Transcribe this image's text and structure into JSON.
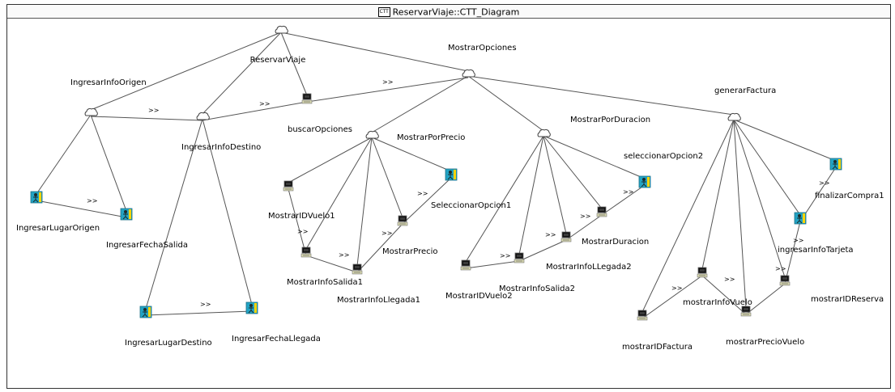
{
  "window": {
    "title": "ReservarViaje::CTT_Diagram",
    "title_icon": "CTT"
  },
  "operator_label": ">>",
  "colors": {
    "line": "#555555",
    "text": "#000000",
    "user_icon": "#22a3c4",
    "user_icon_accent": "#ffd400",
    "app_icon": "#111111"
  },
  "tasks": [
    {
      "id": "root",
      "label": "ReservarViaje",
      "kind": "abstract"
    },
    {
      "id": "ingOrigen",
      "label": "IngresarInfoOrigen",
      "kind": "abstract"
    },
    {
      "id": "ingDestino",
      "label": "IngresarInfoDestino",
      "kind": "abstract"
    },
    {
      "id": "buscar",
      "label": "buscarOpciones",
      "kind": "application"
    },
    {
      "id": "mostrarOps",
      "label": "MostrarOpciones",
      "kind": "abstract"
    },
    {
      "id": "genFactura",
      "label": "generarFactura",
      "kind": "abstract"
    },
    {
      "id": "lugarOrigen",
      "label": "IngresarLugarOrigen",
      "kind": "user"
    },
    {
      "id": "fechaSalida",
      "label": "IngresarFechaSalida",
      "kind": "user"
    },
    {
      "id": "lugarDestino",
      "label": "IngresarLugarDestino",
      "kind": "user"
    },
    {
      "id": "fechaLlegada",
      "label": "IngresarFechaLlegada",
      "kind": "user"
    },
    {
      "id": "porPrecio",
      "label": "MostrarPorPrecio",
      "kind": "abstract"
    },
    {
      "id": "idVuelo1",
      "label": "MostrarIDVuelo1",
      "kind": "application"
    },
    {
      "id": "infoSalida1",
      "label": "MostrarInfoSalida1",
      "kind": "application"
    },
    {
      "id": "infoLlegada1",
      "label": "MostrarInfoLlegada1",
      "kind": "application"
    },
    {
      "id": "mPrecio",
      "label": "MostrarPrecio",
      "kind": "application"
    },
    {
      "id": "selOp1",
      "label": "SeleccionarOpcion1",
      "kind": "user"
    },
    {
      "id": "porDuracion",
      "label": "MostrarPorDuracion",
      "kind": "abstract"
    },
    {
      "id": "idVuelo2",
      "label": "MostrarIDVuelo2",
      "kind": "application"
    },
    {
      "id": "infoSalida2",
      "label": "MostrarInfoSalida2",
      "kind": "application"
    },
    {
      "id": "infoLlegada2",
      "label": "MostrarInfoLLegada2",
      "kind": "application"
    },
    {
      "id": "mDuracion",
      "label": "MostrarDuracion",
      "kind": "application"
    },
    {
      "id": "selOp2",
      "label": "seleccionarOpcion2",
      "kind": "user"
    },
    {
      "id": "idFactura",
      "label": "mostrarIDFactura",
      "kind": "application"
    },
    {
      "id": "infoVuelo",
      "label": "mostrarInfoVuelo",
      "kind": "application"
    },
    {
      "id": "precioVuelo",
      "label": "mostrarPrecioVuelo",
      "kind": "application"
    },
    {
      "id": "idReserva",
      "label": "mostrarIDReserva",
      "kind": "application"
    },
    {
      "id": "infoTarjeta",
      "label": "ingresarInfoTarjeta",
      "kind": "user"
    },
    {
      "id": "finCompra",
      "label": "finalizarCompra1",
      "kind": "user"
    }
  ],
  "hierarchy": [
    [
      "root",
      "ingOrigen"
    ],
    [
      "root",
      "ingDestino"
    ],
    [
      "root",
      "buscar"
    ],
    [
      "root",
      "mostrarOps"
    ],
    [
      "ingOrigen",
      "lugarOrigen"
    ],
    [
      "ingOrigen",
      "fechaSalida"
    ],
    [
      "ingDestino",
      "lugarDestino"
    ],
    [
      "ingDestino",
      "fechaLlegada"
    ],
    [
      "mostrarOps",
      "porPrecio"
    ],
    [
      "mostrarOps",
      "porDuracion"
    ],
    [
      "mostrarOps",
      "genFactura"
    ],
    [
      "porPrecio",
      "idVuelo1"
    ],
    [
      "porPrecio",
      "infoSalida1"
    ],
    [
      "porPrecio",
      "infoLlegada1"
    ],
    [
      "porPrecio",
      "mPrecio"
    ],
    [
      "porPrecio",
      "selOp1"
    ],
    [
      "porDuracion",
      "idVuelo2"
    ],
    [
      "porDuracion",
      "infoSalida2"
    ],
    [
      "porDuracion",
      "infoLlegada2"
    ],
    [
      "porDuracion",
      "mDuracion"
    ],
    [
      "porDuracion",
      "selOp2"
    ],
    [
      "genFactura",
      "idFactura"
    ],
    [
      "genFactura",
      "infoVuelo"
    ],
    [
      "genFactura",
      "precioVuelo"
    ],
    [
      "genFactura",
      "idReserva"
    ],
    [
      "genFactura",
      "infoTarjeta"
    ],
    [
      "genFactura",
      "finCompra"
    ]
  ],
  "sequences": [
    [
      "ingOrigen",
      "ingDestino"
    ],
    [
      "ingDestino",
      "buscar"
    ],
    [
      "buscar",
      "mostrarOps"
    ],
    [
      "lugarOrigen",
      "fechaSalida"
    ],
    [
      "lugarDestino",
      "fechaLlegada"
    ],
    [
      "idVuelo1",
      "infoSalida1"
    ],
    [
      "infoSalida1",
      "infoLlegada1"
    ],
    [
      "infoLlegada1",
      "mPrecio"
    ],
    [
      "mPrecio",
      "selOp1"
    ],
    [
      "idVuelo2",
      "infoSalida2"
    ],
    [
      "infoSalida2",
      "infoLlegada2"
    ],
    [
      "infoLlegada2",
      "mDuracion"
    ],
    [
      "mDuracion",
      "selOp2"
    ],
    [
      "idFactura",
      "infoVuelo"
    ],
    [
      "infoVuelo",
      "precioVuelo"
    ],
    [
      "precioVuelo",
      "idReserva"
    ],
    [
      "idReserva",
      "infoTarjeta"
    ],
    [
      "infoTarjeta",
      "finCompra"
    ]
  ]
}
